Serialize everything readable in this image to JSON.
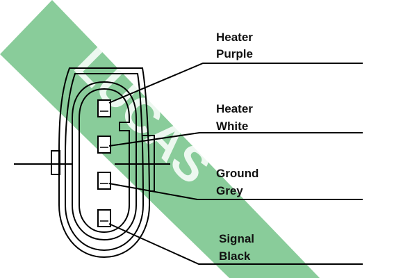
{
  "diagram": {
    "watermark": {
      "color": "#7cc68f",
      "text": "LUCAS"
    },
    "connector": {
      "outline_color": "#000000",
      "pins": [
        {
          "id": "pin-1",
          "label_line1": "Heater",
          "label_line2": "Purple"
        },
        {
          "id": "pin-2",
          "label_line1": "Heater",
          "label_line2": "White"
        },
        {
          "id": "pin-3",
          "label_line1": "Ground",
          "label_line2": "Grey"
        },
        {
          "id": "pin-4",
          "label_line1": "Signal",
          "label_line2": "Black"
        }
      ]
    }
  }
}
